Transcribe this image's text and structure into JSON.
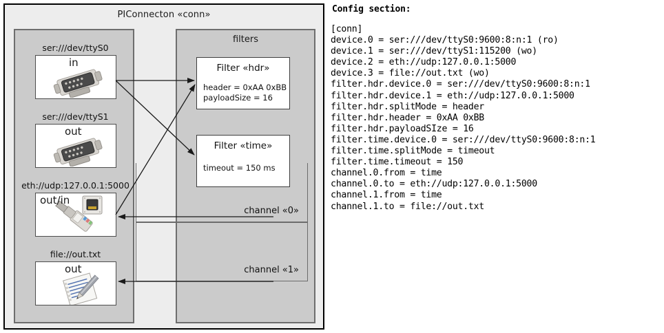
{
  "diagram": {
    "title": "PIConnecton «conn»",
    "devices_panel": {
      "nodes": [
        {
          "label": "ser:///dev/ttyS0",
          "direction": "in",
          "icon": "serial-port-icon"
        },
        {
          "label": "ser:///dev/ttyS1",
          "direction": "out",
          "icon": "serial-port-icon"
        },
        {
          "label": "eth://udp:127.0.0.1:5000",
          "direction": "out/in",
          "icon": "ethernet-jack-icon"
        },
        {
          "label": "file://out.txt",
          "direction": "out",
          "icon": "text-document-icon"
        }
      ]
    },
    "filters_panel": {
      "title": "filters",
      "filters": [
        {
          "title": "Filter «hdr»",
          "props": [
            "header = 0xAA 0xBB",
            "payloadSize = 16"
          ]
        },
        {
          "title": "Filter «time»",
          "props": [
            "timeout = 150 ms"
          ]
        }
      ],
      "channels": [
        {
          "label": "channel «0»"
        },
        {
          "label": "channel «1»"
        }
      ]
    }
  },
  "config": {
    "heading": "Config section:",
    "lines": [
      "[conn]",
      "device.0 = ser:///dev/ttyS0:9600:8:n:1 (ro)",
      "device.1 = ser:///dev/ttyS1:115200 (wo)",
      "device.2 = eth://udp:127.0.0.1:5000",
      "device.3 = file://out.txt (wo)",
      "filter.hdr.device.0 = ser:///dev/ttyS0:9600:8:n:1",
      "filter.hdr.device.1 = eth://udp:127.0.0.1:5000",
      "filter.hdr.splitMode = header",
      "filter.hdr.header = 0xAA 0xBB",
      "filter.hdr.payloadSIze = 16",
      "filter.time.device.0 = ser:///dev/ttyS0:9600:8:n:1",
      "filter.time.splitMode = timeout",
      "filter.time.timeout = 150",
      "channel.0.from = time",
      "channel.0.to = eth://udp:127.0.0.1:5000",
      "channel.1.from = time",
      "channel.1.to = file://out.txt"
    ]
  },
  "colors": {
    "frame_border": "#000000",
    "frame_bg": "#ededed",
    "panel_bg": "#cbcbcb",
    "panel_border": "#6e6e6e",
    "node_bg": "#ffffff",
    "arrow": "#1a1a1a"
  }
}
